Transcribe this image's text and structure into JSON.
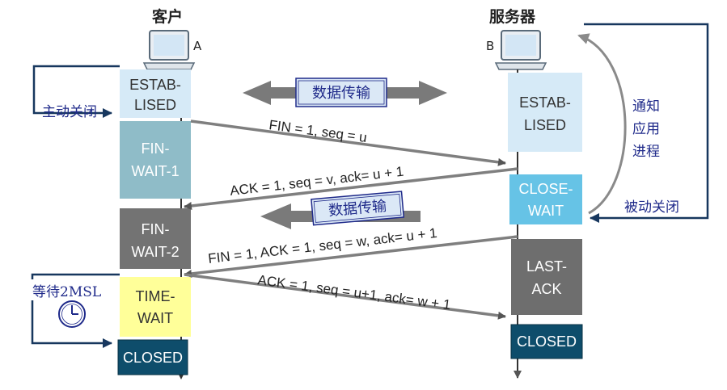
{
  "client": {
    "title": "客户",
    "label": "A"
  },
  "server": {
    "title": "服务器",
    "label": "B"
  },
  "client_states": {
    "established_1": "ESTAB-",
    "established_2": "LISED",
    "fin_wait1_1": "FIN-",
    "fin_wait1_2": "WAIT-1",
    "fin_wait2_1": "FIN-",
    "fin_wait2_2": "WAIT-2",
    "time_wait_1": "TIME-",
    "time_wait_2": "WAIT",
    "closed": "CLOSED"
  },
  "server_states": {
    "established_1": "ESTAB-",
    "established_2": "LISED",
    "close_wait_1": "CLOSE-",
    "close_wait_2": "WAIT",
    "last_ack_1": "LAST-",
    "last_ack_2": "ACK",
    "closed": "CLOSED"
  },
  "messages": {
    "fin1": "FIN = 1, seq = u",
    "ack1": "ACK = 1, seq = v, ack= u + 1",
    "fin2": "FIN = 1, ACK = 1, seq = w, ack= u + 1",
    "ack2": "ACK = 1, seq = u+1, ack= w + 1"
  },
  "data_transfer": "数据传输",
  "notes": {
    "active_close": "主动关闭",
    "passive_close": "被动关闭",
    "notify_1": "通知",
    "notify_2": "应用",
    "notify_3": "进程",
    "wait_2msl": "等待2MSL"
  },
  "colors": {
    "established": "#d6eaf7",
    "fin_wait1": "#8fbcc8",
    "fin_wait2": "#737373",
    "time_wait": "#ffff99",
    "closed": "#0e4d6b",
    "close_wait": "#66c3e6",
    "last_ack": "#6e6e6e",
    "arrow": "#7f7f7f",
    "note_blue": "#1f2a8a",
    "outline": "#17375e"
  }
}
